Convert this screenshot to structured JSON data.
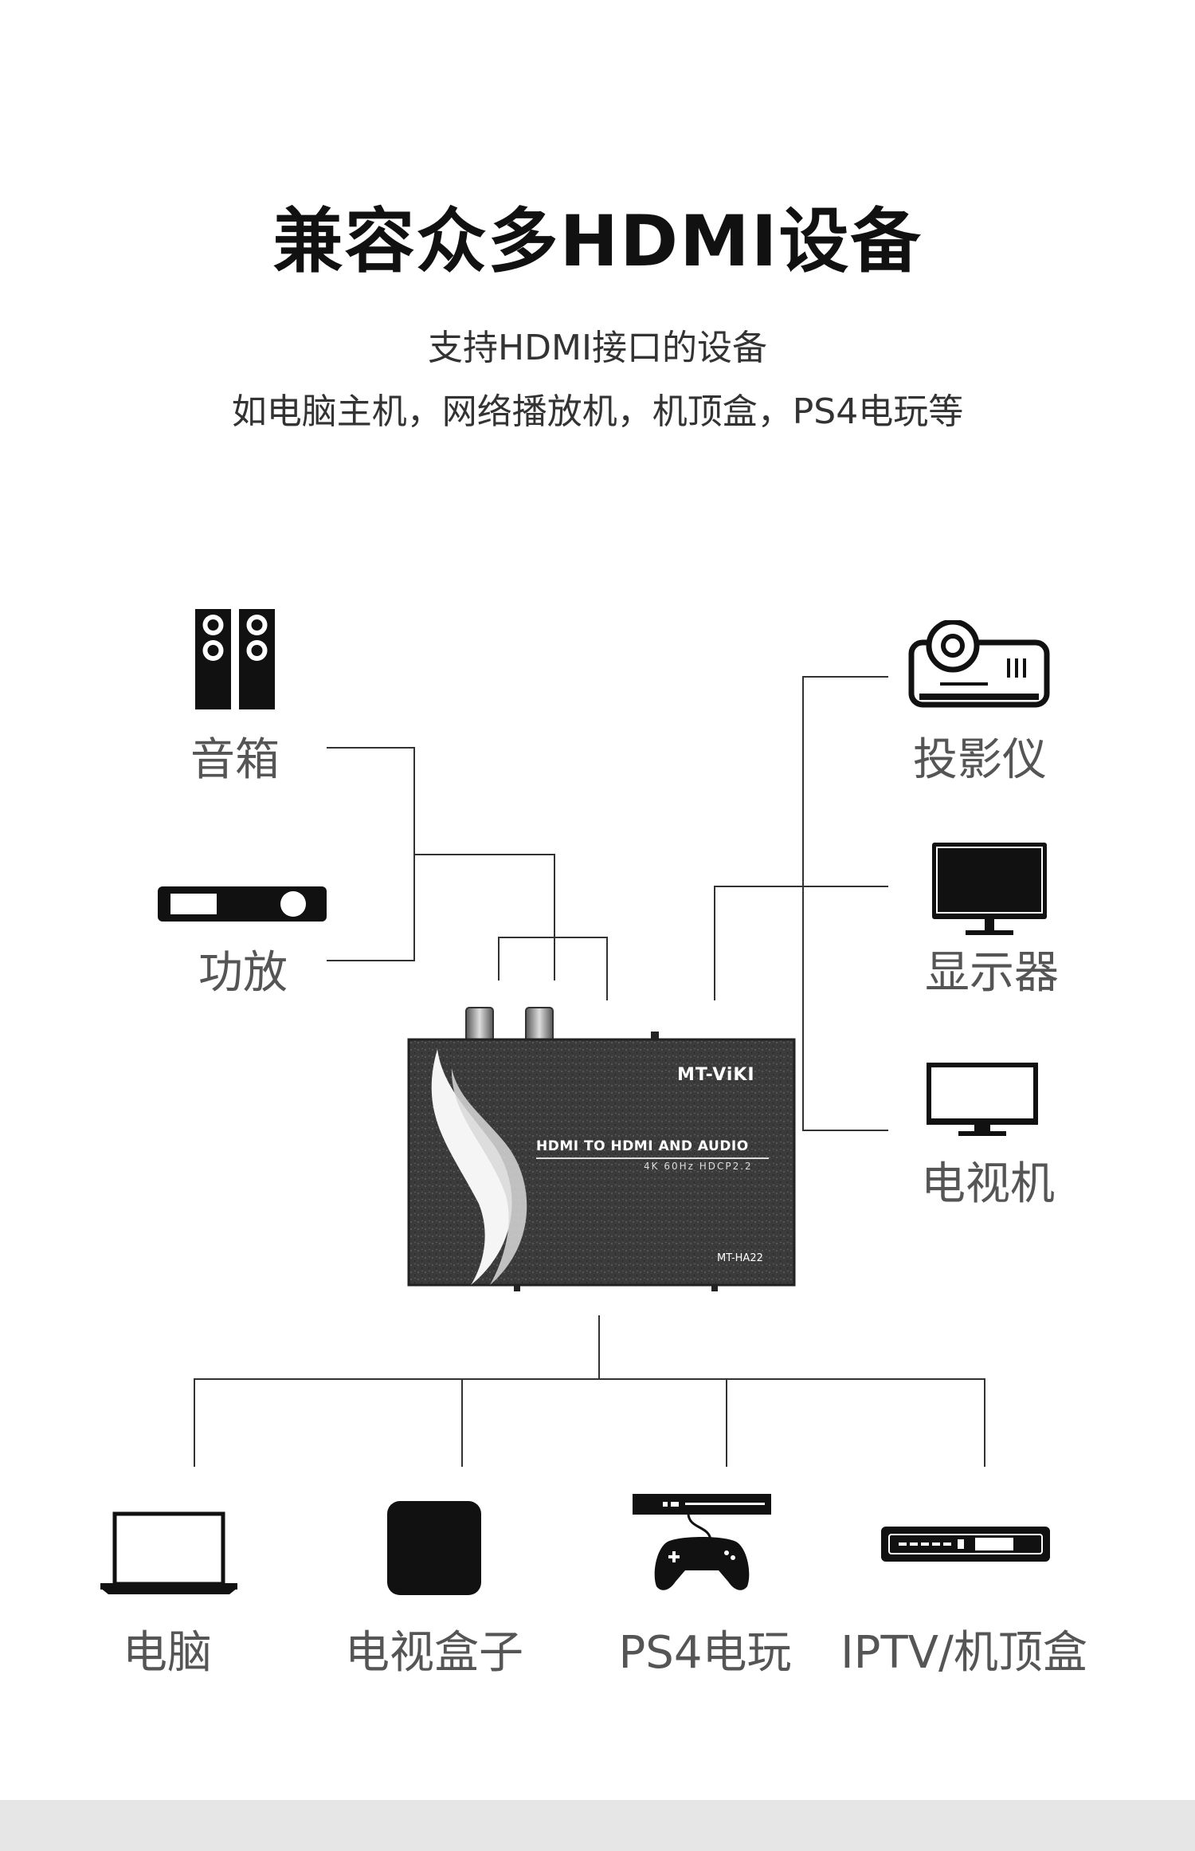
{
  "heading": {
    "title": "兼容众多HDMI设备",
    "subtitle_line1": "支持HDMI接口的设备",
    "subtitle_line2": "如电脑主机，网络播放机，机顶盒，PS4电玩等"
  },
  "device": {
    "brand": "MT-ViKI",
    "product_line1": "HDMI TO HDMI AND AUDIO",
    "product_line2": "4K 60Hz HDCP2.2",
    "model": "MT-HA22"
  },
  "outputs_left": [
    {
      "label": "音箱",
      "icon": "speaker-icon"
    },
    {
      "label": "功放",
      "icon": "amplifier-icon"
    }
  ],
  "outputs_right": [
    {
      "label": "投影仪",
      "icon": "projector-icon"
    },
    {
      "label": "显示器",
      "icon": "monitor-icon"
    },
    {
      "label": "电视机",
      "icon": "tv-icon"
    }
  ],
  "sources_bottom": [
    {
      "label": "电脑",
      "icon": "laptop-icon"
    },
    {
      "label": "电视盒子",
      "icon": "tv-box-icon"
    },
    {
      "label": "PS4电玩",
      "icon": "game-console-icon"
    },
    {
      "label": "IPTV/机顶盒",
      "icon": "set-top-box-icon"
    }
  ],
  "colors": {
    "icon": "#111111",
    "wire": "#333333",
    "label": "#555555",
    "device_body": "#3a3a3a"
  }
}
